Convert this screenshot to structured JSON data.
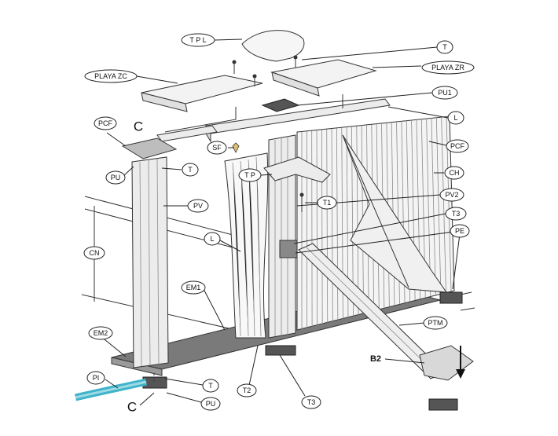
{
  "labels": {
    "tpl": "T P L",
    "t_top": "T",
    "playa_zc": "PLAYA ZC",
    "playa_zr": "PLAYA ZR",
    "pu1": "PU1",
    "l_top": "L",
    "pcf_left": "PCF",
    "c_top": "C",
    "sf": "SF",
    "t_left": "T",
    "pu_top": "PU",
    "pcf_right": "PCF",
    "ch": "CH",
    "tp": "T P",
    "pv2": "PV2",
    "pv": "PV",
    "t1": "T1",
    "t3_top": "T3",
    "pe": "PE",
    "cn": "CN",
    "l_mid": "L",
    "em1": "EM1",
    "ptm": "PTM",
    "em2": "EM2",
    "b2": "B2",
    "pi": "PI",
    "t_bottom": "T",
    "t2": "T2",
    "t3_bottom": "T3",
    "c_bottom": "C",
    "pu_bottom": "PU"
  },
  "colors": {
    "floor": "#7a7a7a",
    "pipe": "#3fb3c9",
    "panel": "#f4f4f4",
    "line": "#333333"
  }
}
